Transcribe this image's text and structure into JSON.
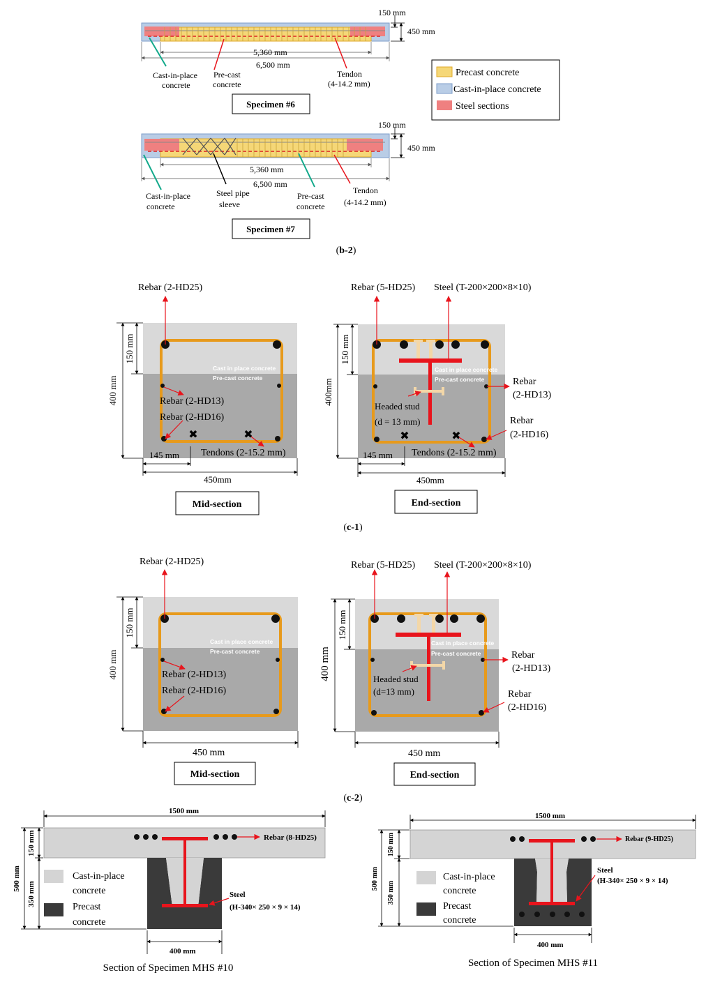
{
  "colors": {
    "precast": "#f5d777",
    "precast_stroke": "#e0a92a",
    "cast_in_place": "#b9cde6",
    "steel": "#ef8080",
    "red": "#e8141c",
    "rebar_orange": "#e79a1c",
    "green": "#12a98b",
    "section_top": "#d9d9d9",
    "section_bottom": "#a9a9a9",
    "precast_dark": "#3a3a3a",
    "cip_light": "#d4d4d4"
  },
  "panel_b2": {
    "spec6": {
      "dims": {
        "top": "150 mm",
        "height": "450 mm",
        "inner": "5,360 mm",
        "total": "6,500 mm"
      },
      "labels": {
        "cip": [
          "Cast-in-place",
          "concrete"
        ],
        "pc": [
          "Pre-cast",
          "concrete"
        ],
        "tendon": [
          "Tendon",
          "(4-14.2 mm)"
        ]
      },
      "title": "Specimen #6"
    },
    "spec7": {
      "dims": {
        "top": "150 mm",
        "height": "450 mm",
        "inner": "5,360 mm",
        "total": "6,500 mm"
      },
      "labels": {
        "cip": [
          "Cast-in-place",
          "concrete"
        ],
        "sleeve": [
          "Steel pipe",
          "sleeve"
        ],
        "pc": [
          "Pre-cast",
          "concrete"
        ],
        "tendon": [
          "Tendon",
          "(4-14.2 mm)"
        ]
      },
      "title": "Specimen #7"
    },
    "legend": [
      "Precast concrete",
      "Cast-in-place concrete",
      "Steel sections"
    ],
    "caption": {
      "open": "(",
      "bold": "b-2",
      "close": ")"
    }
  },
  "panel_c1": {
    "mid": {
      "rebar_top": "Rebar (2-HD25)",
      "dim_150": "150 mm",
      "dim_400": "400 mm",
      "cast": "Cast in place concrete",
      "precast": "Pre-cast concrete",
      "hd13": "Rebar (2-HD13)",
      "hd16": "Rebar (2-HD16)",
      "tendons": "Tendons (2-15.2 mm)",
      "dim_145": "145 mm",
      "dim_450": "450mm",
      "title": "Mid-section"
    },
    "end": {
      "rebar_top": "Rebar (5-HD25)",
      "steel": "Steel (T-200×200×8×10)",
      "dim_150": "150 mm",
      "dim_400": "400mm",
      "cast": "Cast in place concrete",
      "precast": "Pre-cast concrete",
      "hd13": [
        "Rebar",
        "(2-HD13)"
      ],
      "stud": [
        "Headed stud",
        "(d = 13 mm)"
      ],
      "hd16": [
        "Rebar",
        "(2-HD16)"
      ],
      "tendons": "Tendons (2-15.2 mm)",
      "dim_145": "145 mm",
      "dim_450": "450mm",
      "title": "End-section"
    },
    "caption": {
      "open": "(",
      "bold": "c-1",
      "close": ")"
    }
  },
  "panel_c2": {
    "mid": {
      "rebar_top": "Rebar (2-HD25)",
      "dim_150": "150 mm",
      "dim_400": "400 mm",
      "cast": "Cast in place concrete",
      "precast": "Pre-cast concrete",
      "hd13": "Rebar (2-HD13)",
      "hd16": "Rebar (2-HD16)",
      "dim_450": "450 mm",
      "title": "Mid-section"
    },
    "end": {
      "rebar_top": "Rebar (5-HD25)",
      "steel": "Steel (T-200×200×8×10)",
      "dim_150": "150 mm",
      "dim_400": "400 mm",
      "cast": "Cast in place concrete",
      "precast": "Pre-cast concrete",
      "hd13": [
        "Rebar",
        "(2-HD13)"
      ],
      "stud": [
        "Headed stud",
        "(d=13 mm)"
      ],
      "hd16": [
        "Rebar",
        "(2-HD16)"
      ],
      "dim_450": "450 mm",
      "title": "End-section"
    },
    "caption": {
      "open": "(",
      "bold": "c-2",
      "close": ")"
    }
  },
  "panel_mhs": {
    "mhs10": {
      "dim_1500": "1500 mm",
      "dim_150": "150 mm",
      "dim_500": "500 mm",
      "dim_350": "350 mm",
      "dim_400": "400 mm",
      "rebar": "Rebar (8-HD25)",
      "steel": [
        "Steel",
        "(H-340× 250 × 9 × 14)"
      ],
      "legend_cip": [
        "Cast-in-place",
        "concrete"
      ],
      "legend_pc": [
        "Precast",
        "concrete"
      ],
      "caption": "Section of Specimen MHS #10"
    },
    "mhs11": {
      "dim_1500": "1500 mm",
      "dim_150": "150 mm",
      "dim_500": "500 mm",
      "dim_350": "350 mm",
      "dim_400": "400 mm",
      "rebar": "Rebar (9-HD25)",
      "steel": [
        "Steel",
        "(H-340× 250 × 9 × 14)"
      ],
      "legend_cip": [
        "Cast-in-place",
        "concrete"
      ],
      "legend_pc": [
        "Precast",
        "concrete"
      ],
      "caption": "Section of Specimen MHS #11"
    }
  }
}
